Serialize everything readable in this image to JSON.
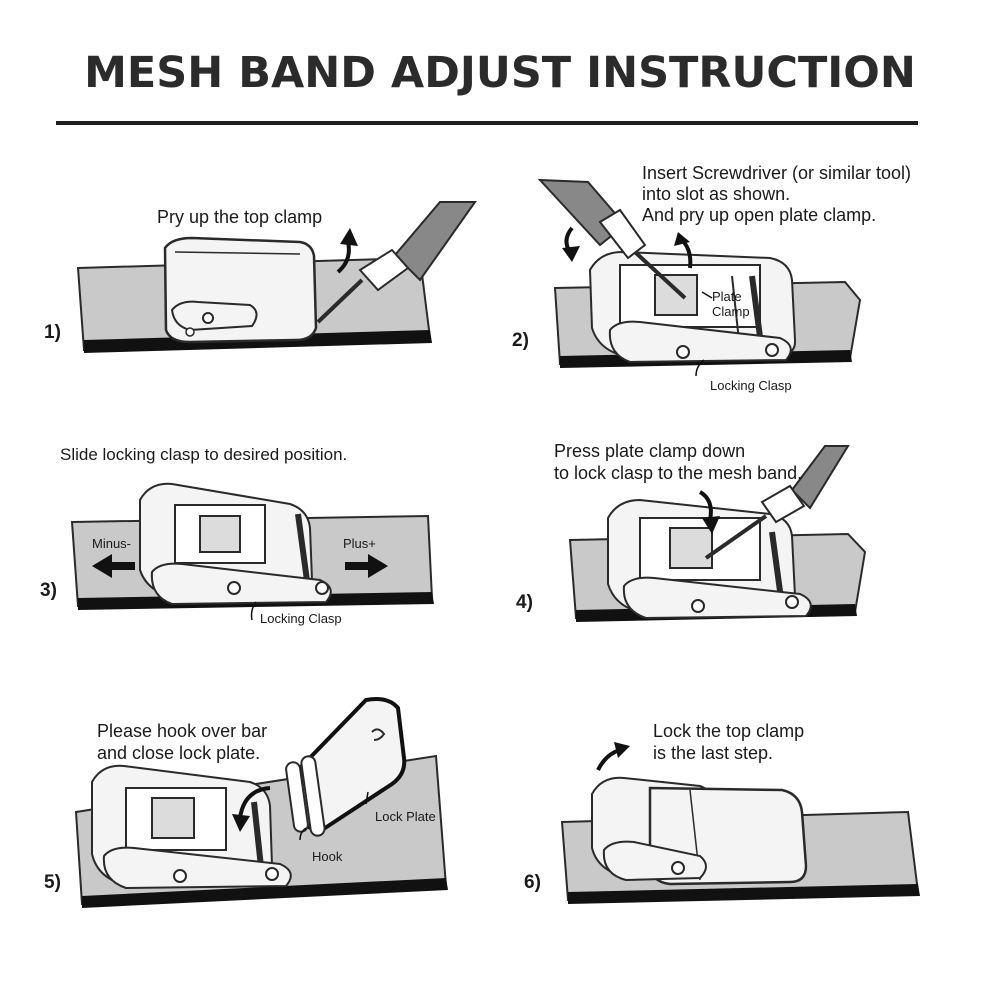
{
  "title": "MESH BAND ADJUST INSTRUCTION",
  "steps": [
    {
      "number": "1)",
      "lines": [
        "Pry up the top clamp"
      ],
      "labels": {}
    },
    {
      "number": "2)",
      "lines": [
        "Insert Screwdriver (or similar tool)",
        "into slot as shown.",
        "And pry up open plate clamp."
      ],
      "labels": {
        "plate": "Plate",
        "clamp": "Clamp",
        "locking_clasp": "Locking Clasp"
      }
    },
    {
      "number": "3)",
      "lines": [
        "Slide locking clasp to desired position."
      ],
      "labels": {
        "minus": "Minus-",
        "plus": "Plus+",
        "locking_clasp": "Locking Clasp"
      }
    },
    {
      "number": "4)",
      "lines": [
        "Press plate clamp down",
        "to lock clasp to the mesh band."
      ],
      "labels": {}
    },
    {
      "number": "5)",
      "lines": [
        "Please hook over bar",
        "and close lock plate."
      ],
      "labels": {
        "lock_plate": "Lock Plate",
        "hook": "Hook"
      }
    },
    {
      "number": "6)",
      "lines": [
        "Lock the top clamp",
        "is the last step."
      ],
      "labels": {}
    }
  ],
  "colors": {
    "band": "#c9c9c9",
    "band_edge": "#111111",
    "clasp": "#f4f4f4",
    "stroke": "#2a2a2a"
  }
}
